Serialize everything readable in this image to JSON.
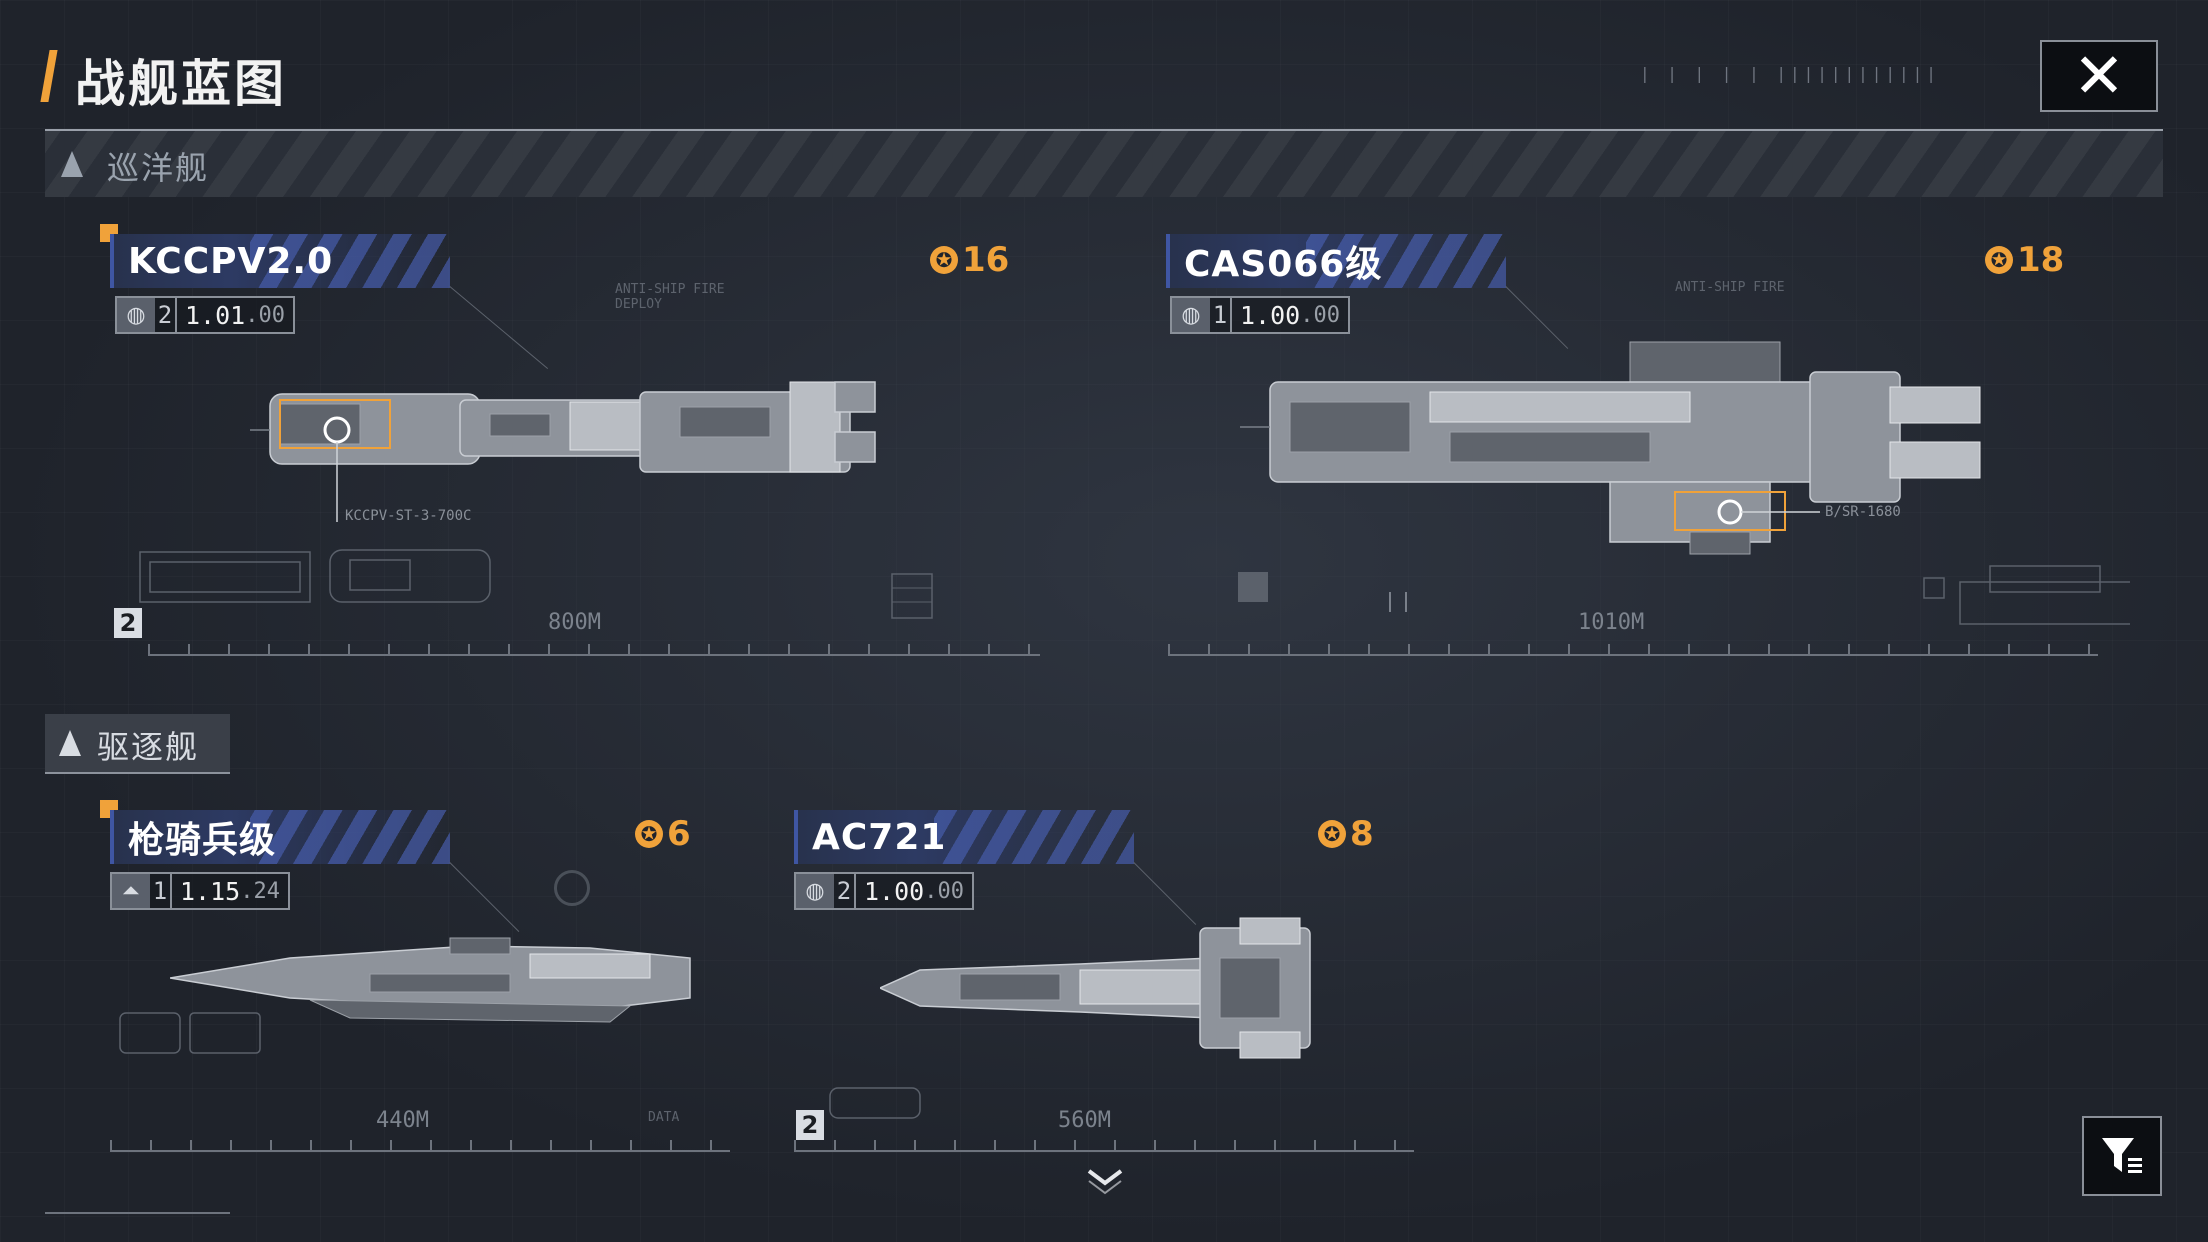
{
  "header": {
    "title": "战舰蓝图",
    "close_icon": "close-icon"
  },
  "categories": [
    {
      "label": "巡洋舰",
      "icon": "warning-triangle-icon",
      "ships": [
        {
          "name": "KCCPV2.0",
          "cost": "16",
          "stat_icon": "globe-icon",
          "tier": "2",
          "version": "1.01",
          "version_suffix": ".00",
          "part_label": "KCCPV-ST-3-700C",
          "length": "800M",
          "tier_badge": "2"
        },
        {
          "name": "CAS066级",
          "cost": "18",
          "stat_icon": "globe-icon",
          "tier": "1",
          "version": "1.00",
          "version_suffix": ".00",
          "part_label": "B/SR-1680",
          "length": "1010M"
        }
      ]
    },
    {
      "label": "驱逐舰",
      "icon": "warning-triangle-icon",
      "ships": [
        {
          "name": "枪骑兵级",
          "cost": "6",
          "stat_icon": "rocket-icon",
          "tier": "1",
          "version": "1.15",
          "version_suffix": ".24",
          "length": "440M"
        },
        {
          "name": "AC721",
          "cost": "8",
          "stat_icon": "globe-icon",
          "tier": "2",
          "version": "1.00",
          "version_suffix": ".00",
          "length": "560M",
          "tier_badge": "2"
        }
      ]
    }
  ],
  "colors": {
    "accent": "#f0a23a",
    "plate": "#2d3a63",
    "background": "#1f232b"
  }
}
